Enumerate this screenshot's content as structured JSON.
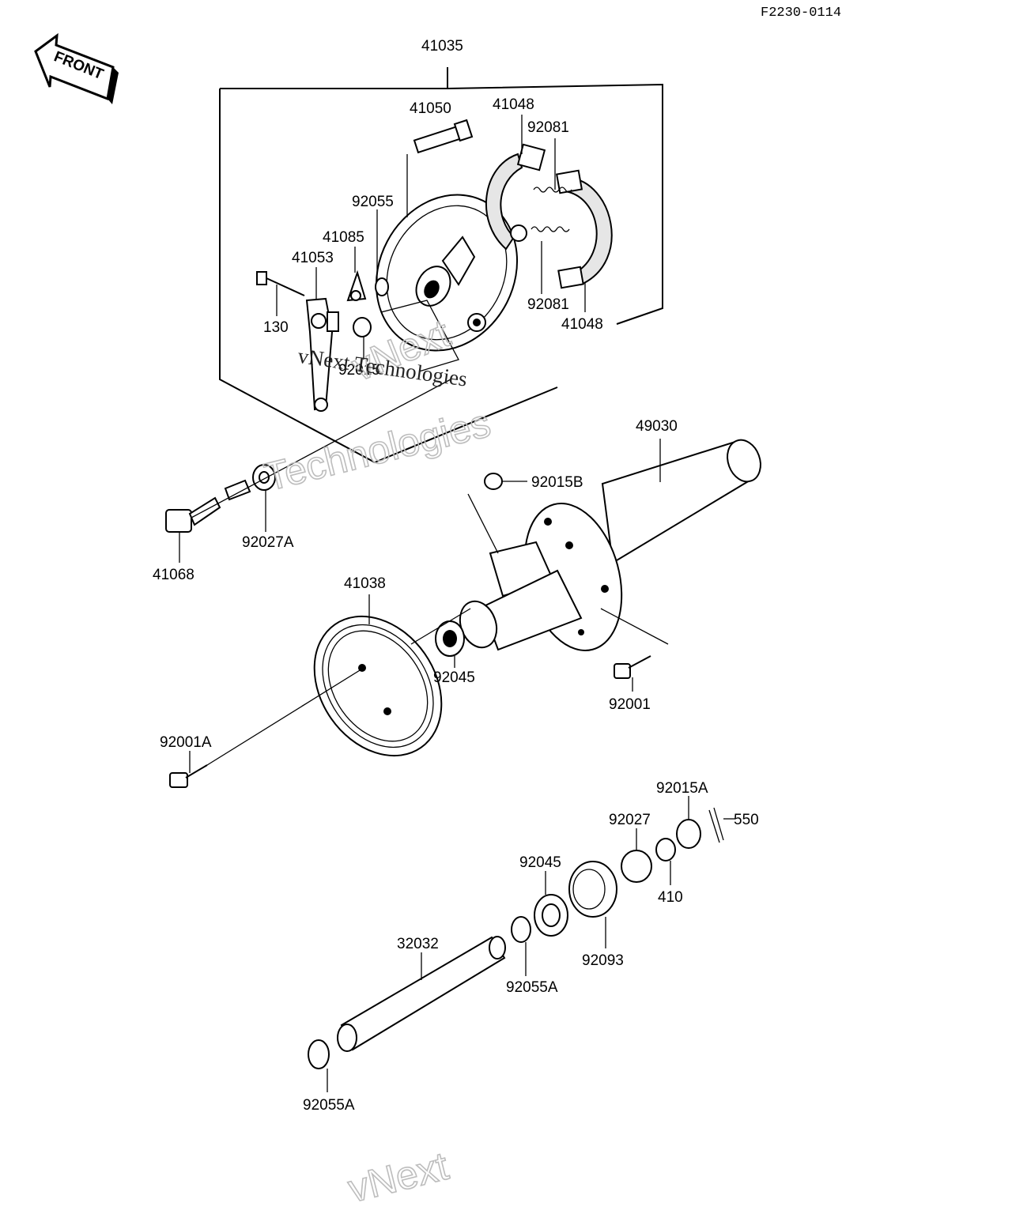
{
  "diagram": {
    "code": "F2230-0114",
    "front_label": "FRONT",
    "watermark_primary": "vNext Technologies",
    "watermark_outline_top": "vNext",
    "watermark_outline_bottom": "Technologies",
    "watermark_footer": "vNext",
    "part_labels": {
      "p41035": "41035",
      "p41050": "41050",
      "p41048_top": "41048",
      "p92081_top": "92081",
      "p92055": "92055",
      "p41085": "41085",
      "p41053": "41053",
      "p130": "130",
      "p92015": "92015",
      "p92081_bottom": "92081",
      "p41048_bottom": "41048",
      "p49030": "49030",
      "p92015B": "92015B",
      "p41068": "41068",
      "p92027A": "92027A",
      "p41038": "41038",
      "p92045_upper": "92045",
      "p92001": "92001",
      "p92001A": "92001A",
      "p92015A": "92015A",
      "p550": "550",
      "p92027": "92027",
      "p92045_lower": "92045",
      "p410": "410",
      "p92093": "92093",
      "p32032": "32032",
      "p92055A_mid": "92055A",
      "p92055A_bottom": "92055A"
    }
  }
}
